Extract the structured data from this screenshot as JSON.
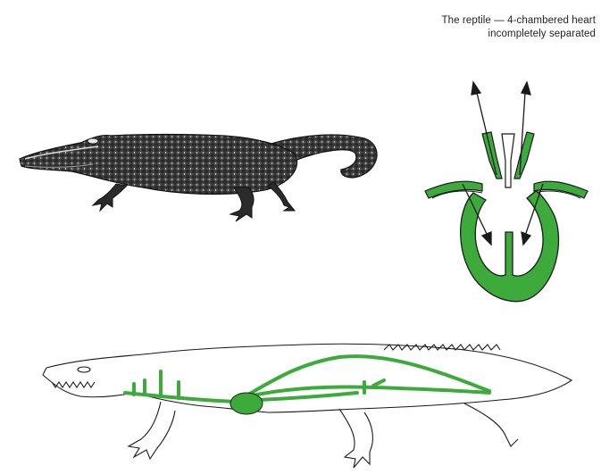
{
  "caption": {
    "line1": "The reptile — 4-chambered heart",
    "line2": "incompletely separated"
  },
  "colors": {
    "vessel_green": "#3cab3c",
    "ink": "#1a1a1a",
    "skin_dark": "#2a2a2a"
  },
  "figures": {
    "top_left": "alligator-illustration",
    "right": "heart-diagram",
    "bottom": "circulatory-system-outline"
  }
}
